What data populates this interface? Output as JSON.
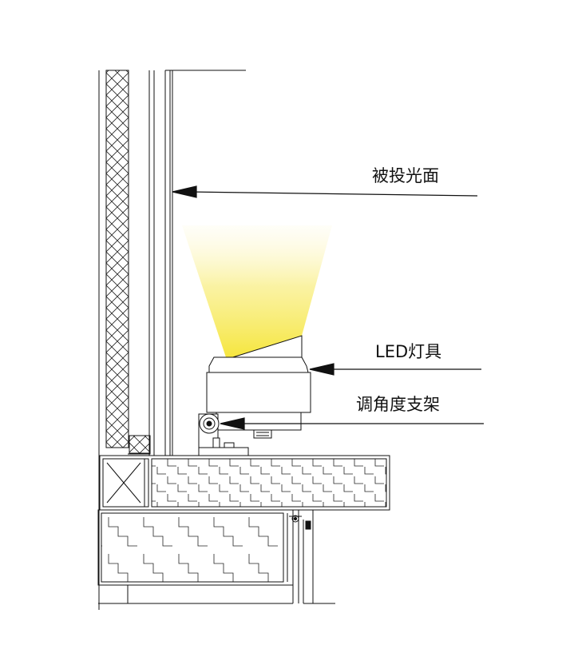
{
  "labels": {
    "surface": "被投光面",
    "fixture": "LED灯具",
    "bracket": "调角度支架"
  },
  "colors": {
    "beam_warm": "#f7e74a",
    "line": "#111111"
  }
}
